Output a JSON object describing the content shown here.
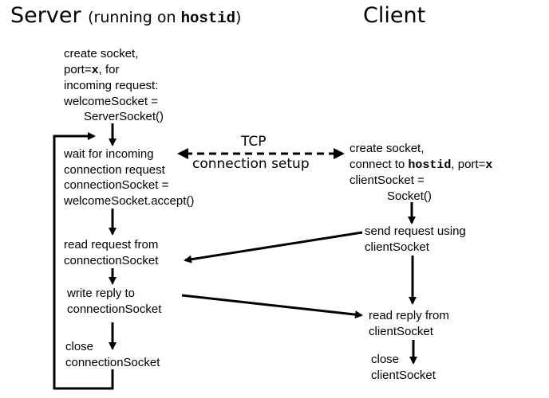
{
  "server_header": {
    "title": "Server",
    "sub_prefix": "(running on ",
    "sub_host": "hostid",
    "sub_suffix": ")"
  },
  "client_header": {
    "title": "Client"
  },
  "server_steps": {
    "create": {
      "l1": "create socket,",
      "l2_pre": "port=",
      "l2_mono": "x",
      "l2_post": ", for",
      "l3": "incoming request:",
      "l4": "welcomeSocket =",
      "l5": "ServerSocket()"
    },
    "wait": {
      "l1": "wait for incoming",
      "l2": "connection request",
      "l3": "connectionSocket =",
      "l4": "welcomeSocket.accept()"
    },
    "read": {
      "l1": "read request from",
      "l2": "connectionSocket"
    },
    "write": {
      "l1": "write reply to",
      "l2": "connectionSocket"
    },
    "close": {
      "l1": "close",
      "l2": "connectionSocket"
    }
  },
  "client_steps": {
    "create": {
      "l1": "create socket,",
      "l2_pre": "connect to ",
      "l2_mono": "hostid",
      "l2_mid": ", port=",
      "l2_mono2": "x",
      "l3": "clientSocket =",
      "l4": "Socket()"
    },
    "send": {
      "l1": "send request using",
      "l2": "clientSocket"
    },
    "read": {
      "l1": "read reply from",
      "l2": "clientSocket"
    },
    "close": {
      "l1": "close",
      "l2": "clientSocket"
    }
  },
  "tcp_label": {
    "l1": "TCP",
    "l2": "connection setup"
  }
}
